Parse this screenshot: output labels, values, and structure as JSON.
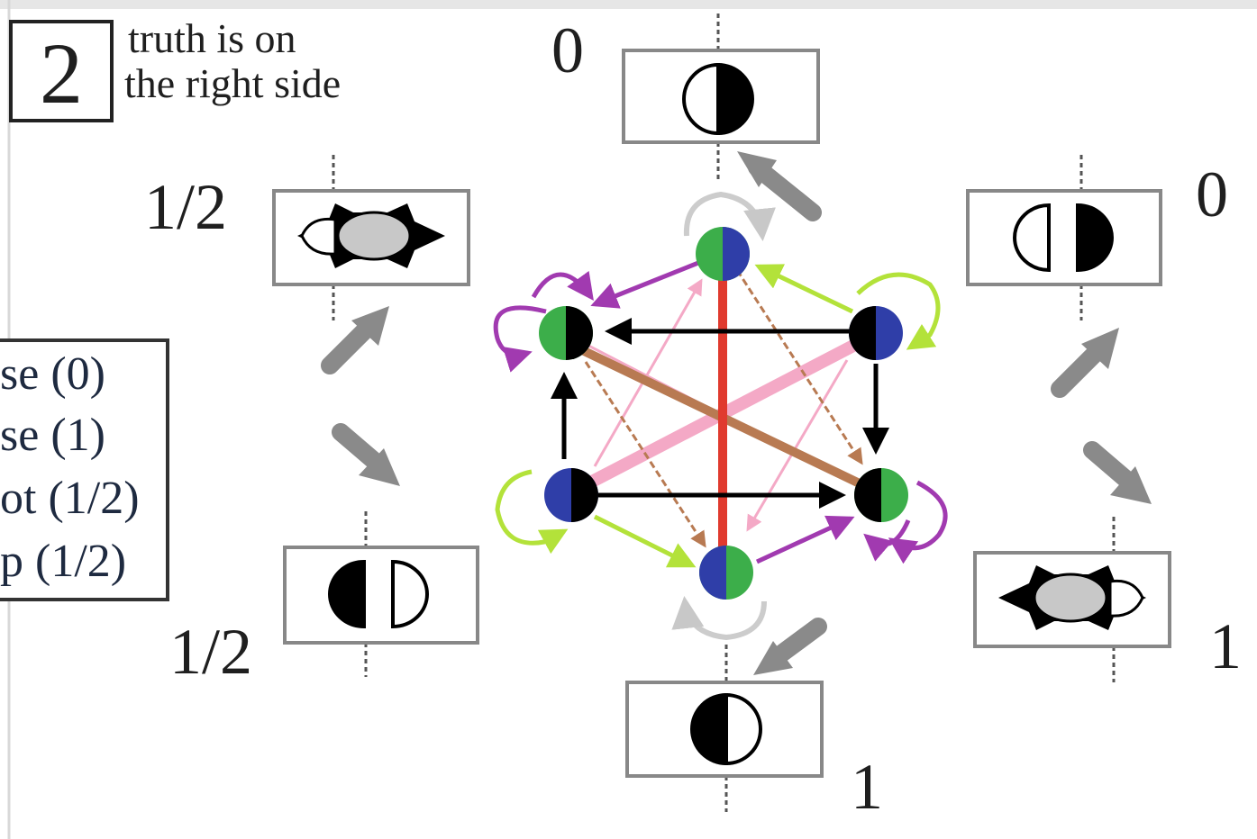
{
  "panel": {
    "number": "2",
    "title_line1": "truth is on",
    "title_line2": "the right side"
  },
  "legend": {
    "items": [
      "se (0)",
      "se  (1)",
      "ot (1/2)",
      "p (1/2)"
    ]
  },
  "states": {
    "top": {
      "value": "0"
    },
    "upper_left": {
      "value": "1/2"
    },
    "upper_right": {
      "value": "0"
    },
    "lower_left": {
      "value": "1/2"
    },
    "lower_right": {
      "value": "1"
    },
    "bottom": {
      "value": "1"
    }
  },
  "colors": {
    "green": "#3cae4a",
    "blue": "#2f3ea8",
    "red": "#e03a2e",
    "pink": "#f4a9c6",
    "brown": "#b87a52",
    "purple": "#a13ab0",
    "lime": "#b3e23a",
    "grey_arrow": "#8a8a8a",
    "light_grey": "#cccccc"
  }
}
